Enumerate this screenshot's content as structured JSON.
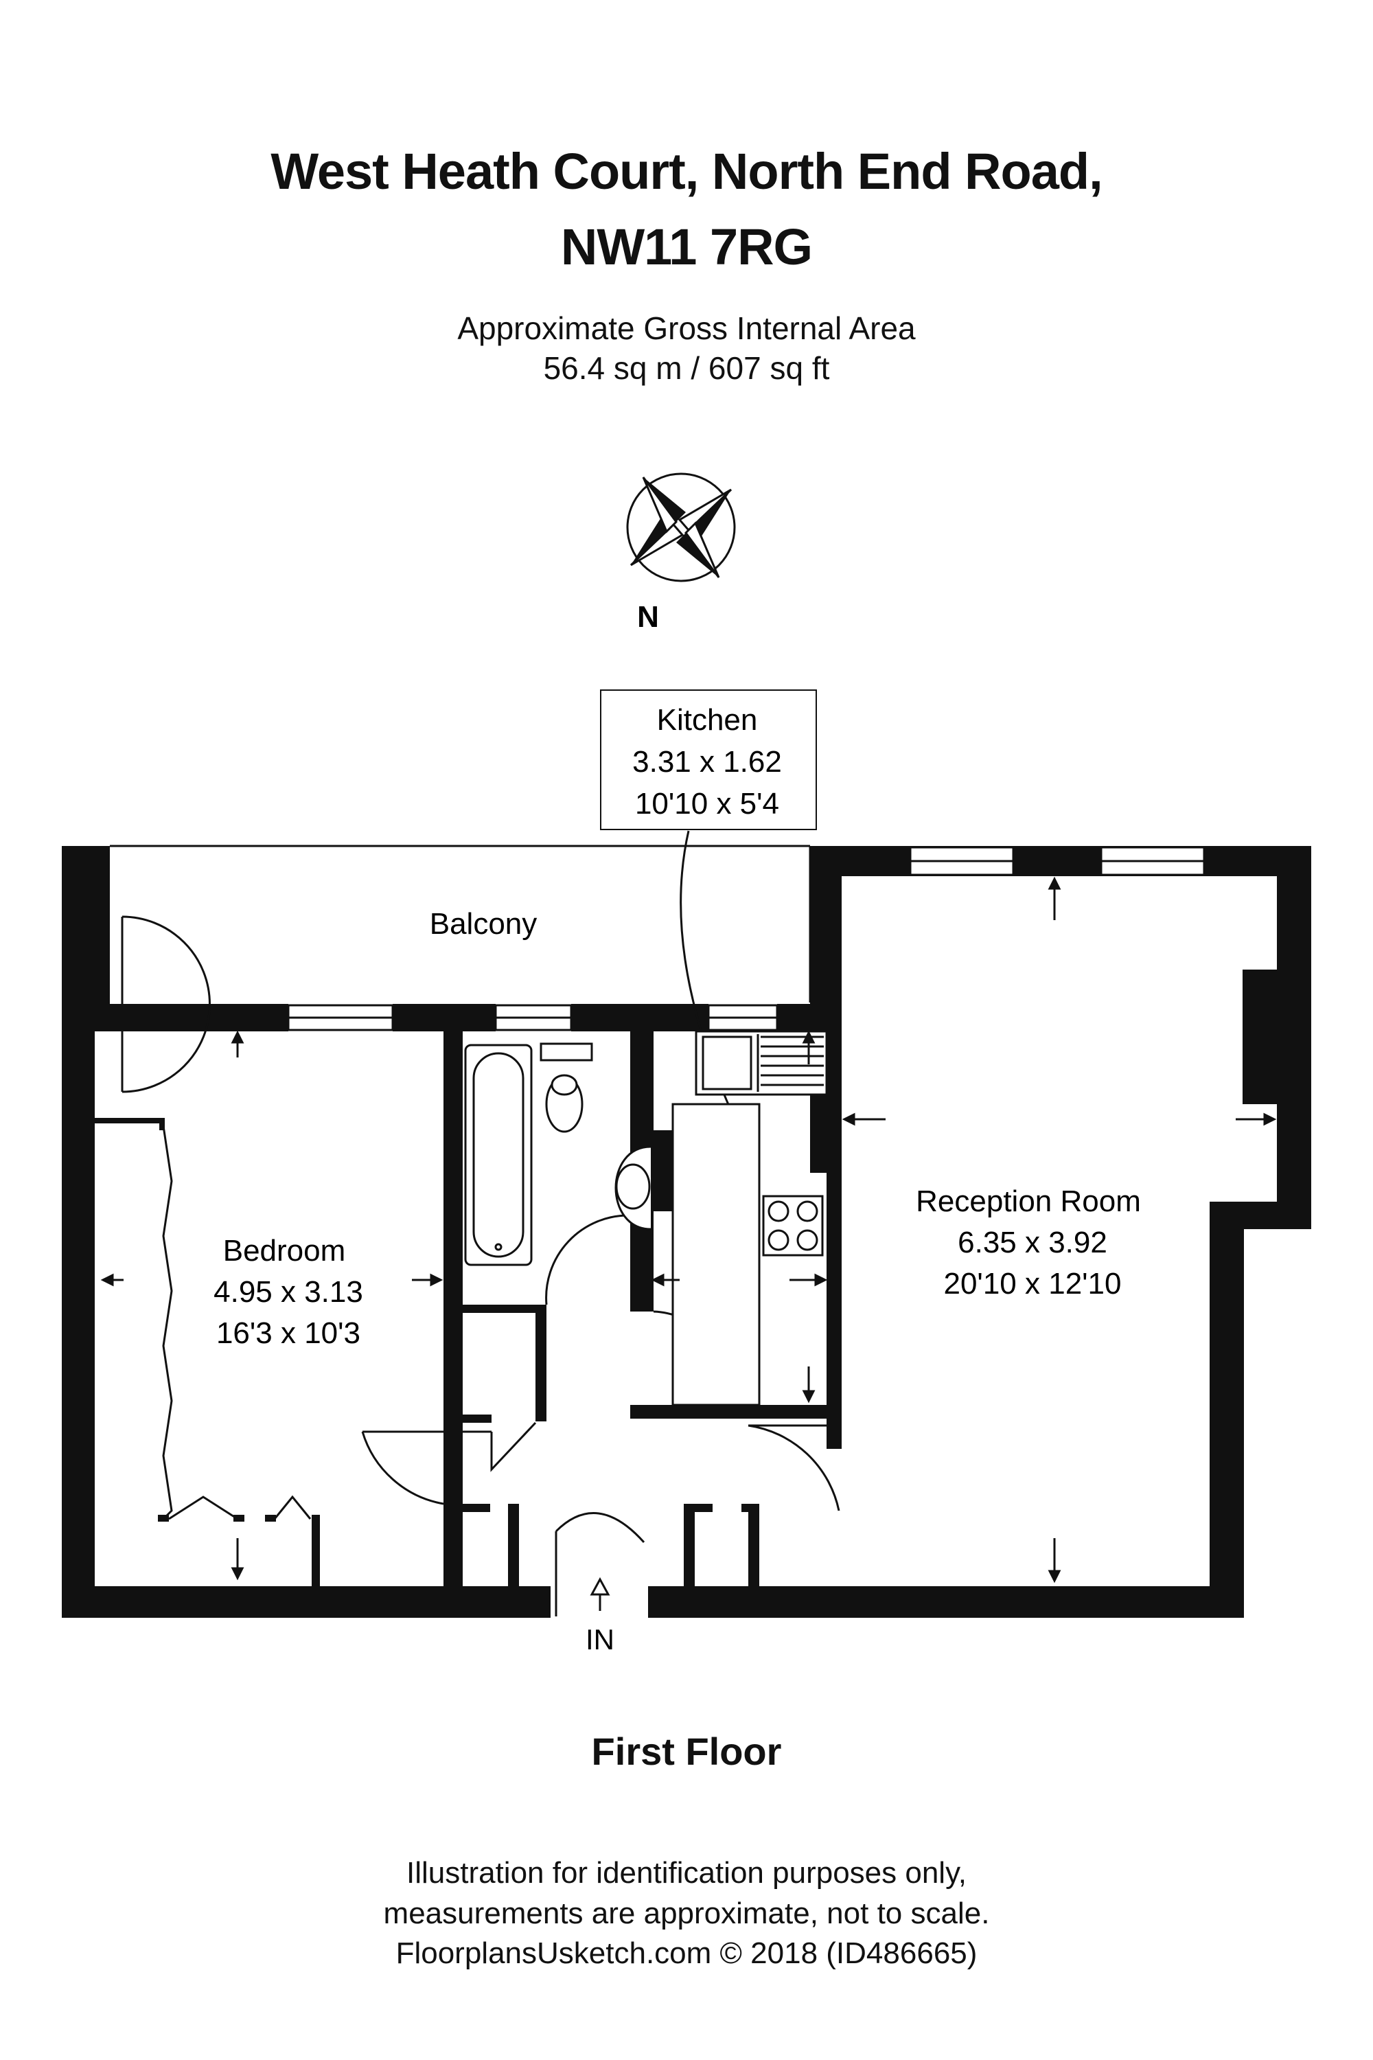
{
  "header": {
    "title_line1": "West Heath Court, North End Road,",
    "title_line2": "NW11 7RG",
    "area_label": "Approximate Gross Internal Area",
    "area_value": "56.4 sq m / 607 sq ft"
  },
  "compass": {
    "label": "N"
  },
  "rooms": {
    "kitchen": {
      "name": "Kitchen",
      "metric": "3.31 x 1.62",
      "imperial": "10'10 x 5'4"
    },
    "balcony": {
      "name": "Balcony"
    },
    "bedroom": {
      "name": "Bedroom",
      "metric": "4.95 x 3.13",
      "imperial": "16'3 x 10'3"
    },
    "reception": {
      "name": "Reception Room",
      "metric": "6.35 x 3.92",
      "imperial": "20'10 x 12'10"
    }
  },
  "entrance": {
    "label": "IN"
  },
  "floor_label": "First Floor",
  "footer": {
    "line1": "Illustration for identification purposes only,",
    "line2": "measurements are approximate, not to scale.",
    "line3": "FloorplansUsketch.com © 2018 (ID486665)"
  }
}
